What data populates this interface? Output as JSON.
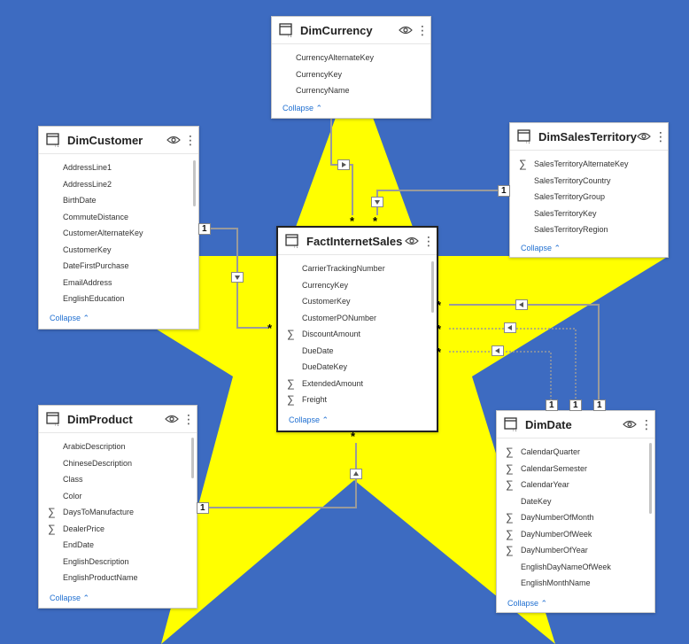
{
  "colors": {
    "background": "#3d6bc1",
    "star": "#ffff00",
    "link": "#1f6fd1"
  },
  "collapse_label": "Collapse",
  "tables": {
    "dim_currency": {
      "title": "DimCurrency",
      "fields": [
        {
          "name": "CurrencyAlternateKey",
          "sum": false
        },
        {
          "name": "CurrencyKey",
          "sum": false
        },
        {
          "name": "CurrencyName",
          "sum": false
        }
      ]
    },
    "dim_customer": {
      "title": "DimCustomer",
      "fields": [
        {
          "name": "AddressLine1",
          "sum": false
        },
        {
          "name": "AddressLine2",
          "sum": false
        },
        {
          "name": "BirthDate",
          "sum": false
        },
        {
          "name": "CommuteDistance",
          "sum": false
        },
        {
          "name": "CustomerAlternateKey",
          "sum": false
        },
        {
          "name": "CustomerKey",
          "sum": false
        },
        {
          "name": "DateFirstPurchase",
          "sum": false
        },
        {
          "name": "EmailAddress",
          "sum": false
        },
        {
          "name": "EnglishEducation",
          "sum": false
        }
      ]
    },
    "dim_sales_territory": {
      "title": "DimSalesTerritory",
      "fields": [
        {
          "name": "SalesTerritoryAlternateKey",
          "sum": true
        },
        {
          "name": "SalesTerritoryCountry",
          "sum": false
        },
        {
          "name": "SalesTerritoryGroup",
          "sum": false
        },
        {
          "name": "SalesTerritoryKey",
          "sum": false
        },
        {
          "name": "SalesTerritoryRegion",
          "sum": false
        }
      ]
    },
    "fact_internet_sales": {
      "title": "FactInternetSales",
      "fields": [
        {
          "name": "CarrierTrackingNumber",
          "sum": false
        },
        {
          "name": "CurrencyKey",
          "sum": false
        },
        {
          "name": "CustomerKey",
          "sum": false
        },
        {
          "name": "CustomerPONumber",
          "sum": false
        },
        {
          "name": "DiscountAmount",
          "sum": true
        },
        {
          "name": "DueDate",
          "sum": false
        },
        {
          "name": "DueDateKey",
          "sum": false
        },
        {
          "name": "ExtendedAmount",
          "sum": true
        },
        {
          "name": "Freight",
          "sum": true
        }
      ]
    },
    "dim_product": {
      "title": "DimProduct",
      "fields": [
        {
          "name": "ArabicDescription",
          "sum": false
        },
        {
          "name": "ChineseDescription",
          "sum": false
        },
        {
          "name": "Class",
          "sum": false
        },
        {
          "name": "Color",
          "sum": false
        },
        {
          "name": "DaysToManufacture",
          "sum": true
        },
        {
          "name": "DealerPrice",
          "sum": true
        },
        {
          "name": "EndDate",
          "sum": false
        },
        {
          "name": "EnglishDescription",
          "sum": false
        },
        {
          "name": "EnglishProductName",
          "sum": false
        }
      ]
    },
    "dim_date": {
      "title": "DimDate",
      "fields": [
        {
          "name": "CalendarQuarter",
          "sum": true
        },
        {
          "name": "CalendarSemester",
          "sum": true
        },
        {
          "name": "CalendarYear",
          "sum": true
        },
        {
          "name": "DateKey",
          "sum": false
        },
        {
          "name": "DayNumberOfMonth",
          "sum": true
        },
        {
          "name": "DayNumberOfWeek",
          "sum": true
        },
        {
          "name": "DayNumberOfYear",
          "sum": true
        },
        {
          "name": "EnglishDayNameOfWeek",
          "sum": false
        },
        {
          "name": "EnglishMonthName",
          "sum": false
        }
      ]
    }
  },
  "cardinality": {
    "one": "1",
    "many": "*"
  }
}
